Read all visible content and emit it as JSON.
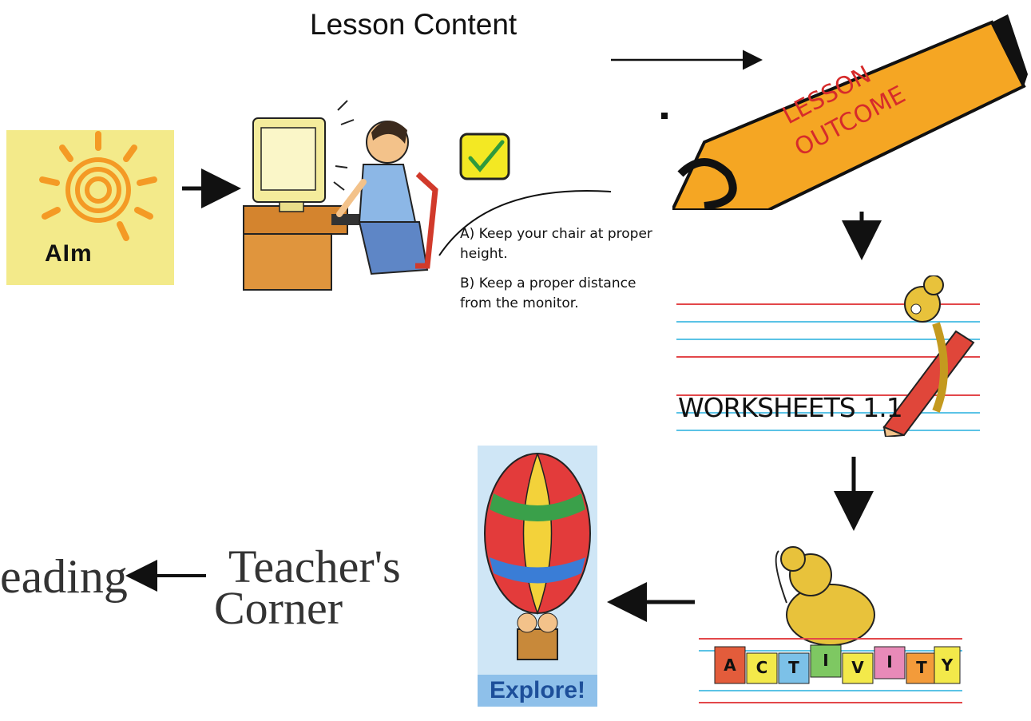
{
  "title": "Lesson Content",
  "aim": {
    "label": "AIm"
  },
  "computer_tips": {
    "tip_a": "A) Keep your chair at proper height.",
    "tip_b": "B) Keep a proper distance from the monitor."
  },
  "lesson_outcome": {
    "line1": "LESSON",
    "line2": "OUTCOME"
  },
  "worksheets": {
    "label": "WORKSHEETS 1.1"
  },
  "activity": {
    "letters": [
      "A",
      "C",
      "T",
      "I",
      "V",
      "I",
      "T",
      "Y"
    ]
  },
  "explore": {
    "label": "Explore!"
  },
  "teacher_corner": {
    "line1": "Teacher's",
    "line2": "Corner"
  },
  "reading": {
    "label": "eading"
  },
  "colors": {
    "aim_bg": "#f3ea8a",
    "sun": "#f49a25",
    "marker": "#f5a623",
    "marker_text": "#d62b2b",
    "explore_bg": "#8ec0ea"
  }
}
